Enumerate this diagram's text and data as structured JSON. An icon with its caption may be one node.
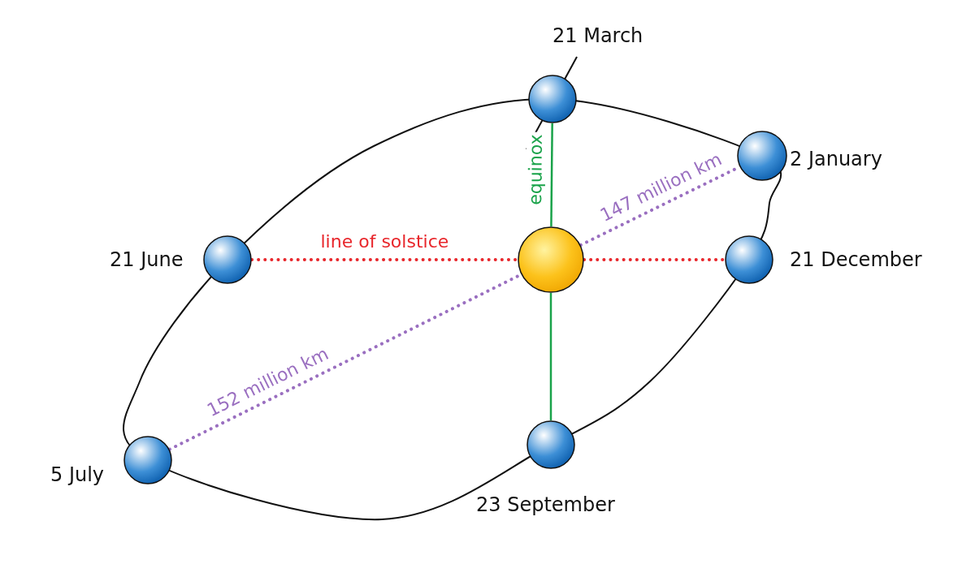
{
  "diagram": {
    "nodes": [
      {
        "text": [],
        "shape": "circle",
        "beside": [
          "21 March"
        ]
      },
      {
        "text": [],
        "shape": "circle",
        "beside": [
          "2 January"
        ]
      },
      {
        "text": [],
        "shape": "circle",
        "beside": [
          "21 June"
        ]
      },
      {
        "text": [],
        "shape": "circle"
      },
      {
        "text": [],
        "shape": "circle",
        "beside": [
          "21 December"
        ]
      },
      {
        "text": [],
        "shape": "circle",
        "beside": [
          "5 July"
        ]
      },
      {
        "text": [],
        "shape": "circle",
        "beside": [
          "23 September"
        ]
      }
    ],
    "edges": [
      {
        "from": 0,
        "to": 3,
        "arrow": "none",
        "label": "equinox",
        "color": "#1aa34a"
      },
      {
        "from": 3,
        "to": 6,
        "arrow": "none",
        "color": "#1aa34a"
      },
      {
        "from": 2,
        "to": 3,
        "arrow": "none",
        "label": "line of solstice",
        "style": "dashed",
        "color": "#e8262b"
      },
      {
        "from": 3,
        "to": 4,
        "arrow": "none",
        "style": "dashed",
        "color": "#e8262b"
      },
      {
        "from": 5,
        "to": 3,
        "arrow": "none",
        "label": "152 million km",
        "style": "dashed",
        "color": "#9a6fc0"
      },
      {
        "from": 3,
        "to": 1,
        "arrow": "none",
        "label": "147 million km",
        "style": "dashed",
        "color": "#9a6fc0"
      }
    ]
  }
}
